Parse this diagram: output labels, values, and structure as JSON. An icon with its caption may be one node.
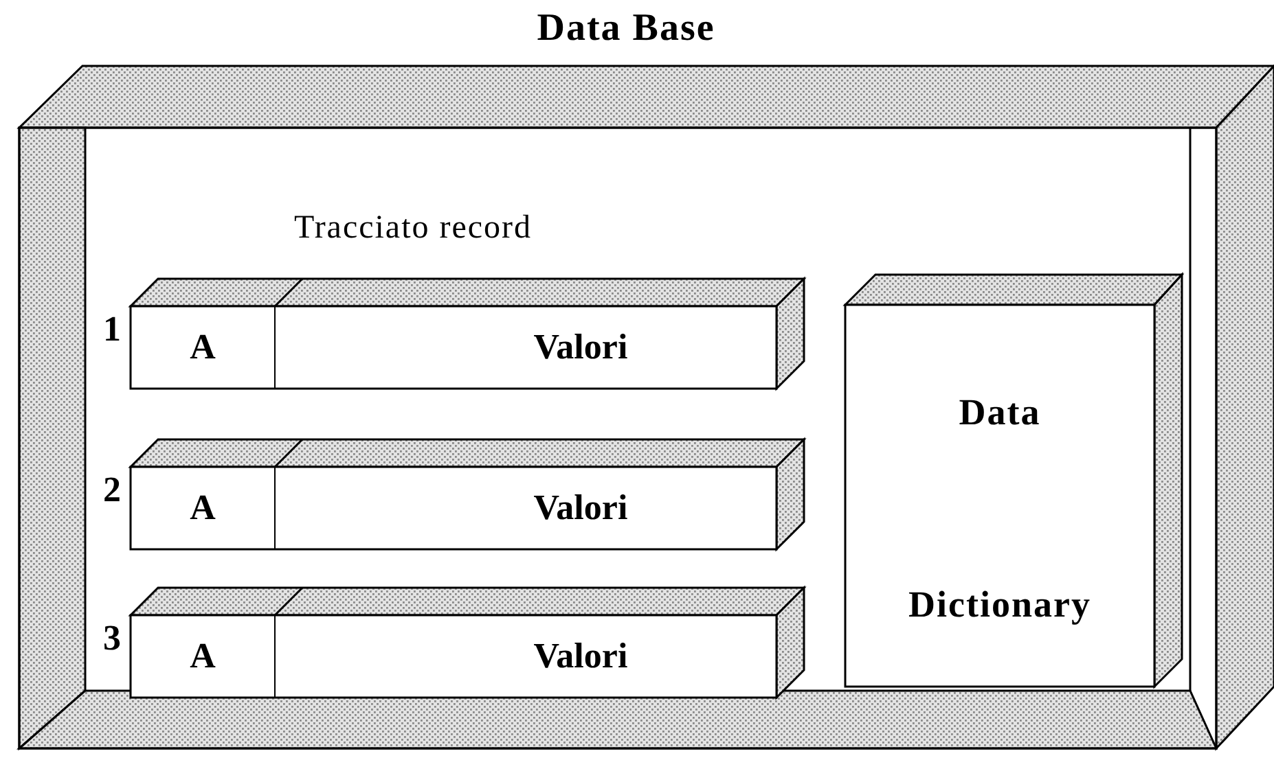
{
  "diagram": {
    "nodes": [
      {
        "text": [
          "Data Base"
        ]
      },
      {
        "text": [],
        "shape": "box",
        "in": 0,
        "beside": [
          "1"
        ]
      },
      {
        "text": [
          "A"
        ],
        "in": 1
      },
      {
        "text": [
          "Valori"
        ],
        "in": 1
      },
      {
        "text": [],
        "shape": "box",
        "in": 0,
        "beside": [
          "2"
        ]
      },
      {
        "text": [
          "A"
        ],
        "in": 4
      },
      {
        "text": [
          "Valori"
        ],
        "in": 4
      },
      {
        "text": [],
        "shape": "box",
        "in": 0,
        "beside": [
          "3"
        ]
      },
      {
        "text": [
          "A"
        ],
        "in": 7
      },
      {
        "text": [
          "Valori"
        ],
        "in": 7
      },
      {
        "text": [
          "Data Dictionary"
        ],
        "in": 0
      }
    ],
    "edges": [],
    "labels": [
      "Tracciato record"
    ]
  }
}
